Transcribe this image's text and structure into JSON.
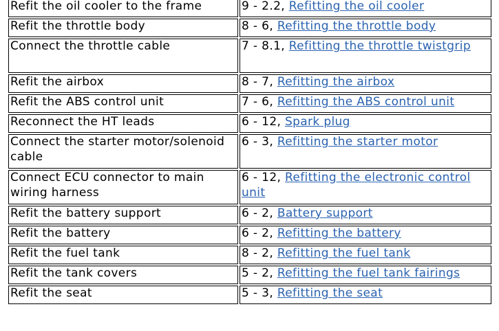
{
  "rows": [
    {
      "operation": "Refit the oil cooler to the frame",
      "ref": "9 - 2.2, ",
      "link": "Refitting the oil cooler"
    },
    {
      "operation": "Refit the throttle body",
      "ref": "8 - 6, ",
      "link": "Refitting the throttle body"
    },
    {
      "operation": "Connect the throttle cable",
      "ref": "7 - 8.1, ",
      "link": "Refitting the throttle twistgrip"
    },
    {
      "operation": "Refit the airbox",
      "ref": "8 - 7, ",
      "link": "Refitting the airbox"
    },
    {
      "operation": "Refit the ABS control unit",
      "ref": "7 - 6, ",
      "link": "Refitting the ABS control unit"
    },
    {
      "operation": "Reconnect the HT leads",
      "ref": "6 - 12, ",
      "link": "Spark plug"
    },
    {
      "operation": "Connect the starter motor/solenoid cable",
      "ref": "6 - 3, ",
      "link": "Refitting the starter motor"
    },
    {
      "operation": "Connect ECU connector to main wiring harness",
      "ref": "6 - 12, ",
      "link": "Refitting the electronic control unit"
    },
    {
      "operation": "Refit the battery support",
      "ref": "6 - 2, ",
      "link": "Battery support"
    },
    {
      "operation": "Refit the battery",
      "ref": "6 - 2, ",
      "link": "Refitting the battery"
    },
    {
      "operation": "Refit the fuel tank",
      "ref": "8 - 2, ",
      "link": "Refitting the fuel tank"
    },
    {
      "operation": "Refit the tank covers",
      "ref": "5 - 2, ",
      "link": "Refitting the fuel tank fairings"
    },
    {
      "operation": "Refit the seat",
      "ref": "5 - 3, ",
      "link": "Refitting the seat"
    }
  ],
  "colors": {
    "link": "#2a62b0",
    "border": "#000000",
    "text": "#000000"
  }
}
